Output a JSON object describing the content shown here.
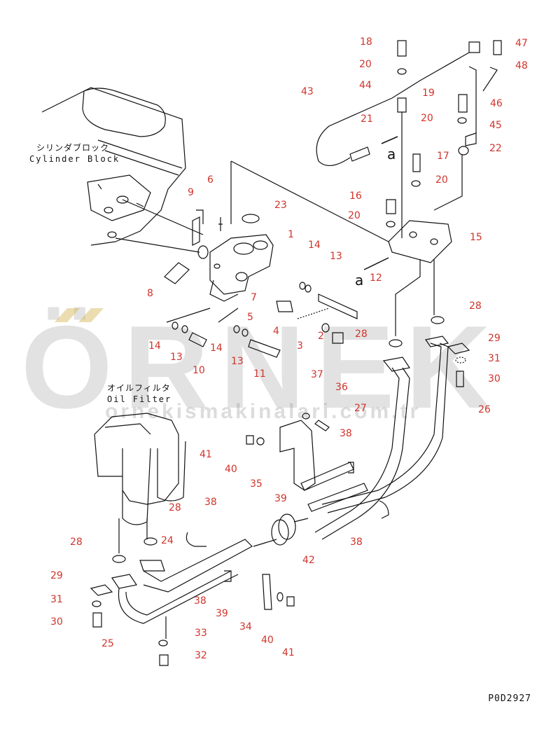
{
  "labels": {
    "jp_cylinder": "シリンダブロック",
    "en_cylinder": "Cylinder Block",
    "jp_filter": "オイルフィルタ",
    "en_filter": "Oil Filter",
    "code": "P0D2927",
    "view_a_top": "a",
    "view_a_mid": "a"
  },
  "watermark": {
    "brand": "ÖRNEK",
    "url": "ornekismakinalari.com.tr"
  },
  "part_numbers": {
    "n18": "18",
    "n47": "47",
    "n20a": "20",
    "n48": "48",
    "n44": "44",
    "n43": "43",
    "n19": "19",
    "n46": "46",
    "n21": "21",
    "n20b": "20",
    "n45": "45",
    "n22": "22",
    "n17": "17",
    "n20c": "20",
    "n16": "16",
    "n20d": "20",
    "n15": "15",
    "n23": "23",
    "n9": "9",
    "n6": "6",
    "n1": "1",
    "n14a": "14",
    "n13a": "13",
    "n12": "12",
    "n8": "8",
    "n7": "7",
    "n5": "5",
    "n28a": "28",
    "n4": "4",
    "n14b": "14",
    "n14c": "14",
    "n13b": "13",
    "n13c": "13",
    "n3": "3",
    "n2": "2",
    "n28b": "28",
    "n29a": "29",
    "n31a": "31",
    "n10": "10",
    "n11": "11",
    "n30a": "30",
    "n37": "37",
    "n36": "36",
    "n27": "27",
    "n26": "26",
    "n38a": "38",
    "n41a": "41",
    "n40a": "40",
    "n35": "35",
    "n39a": "39",
    "n28c": "28",
    "n38b": "38",
    "n24": "24",
    "n28d": "28",
    "n42": "42",
    "n38c": "38",
    "n29b": "29",
    "n31b": "31",
    "n30b": "30",
    "n38d": "38",
    "n39b": "39",
    "n34": "34",
    "n40b": "40",
    "n33": "33",
    "n32": "32",
    "n41b": "41",
    "n25": "25"
  },
  "colors": {
    "number": "#d0342c",
    "line": "#111111",
    "watermark": "#969696"
  }
}
